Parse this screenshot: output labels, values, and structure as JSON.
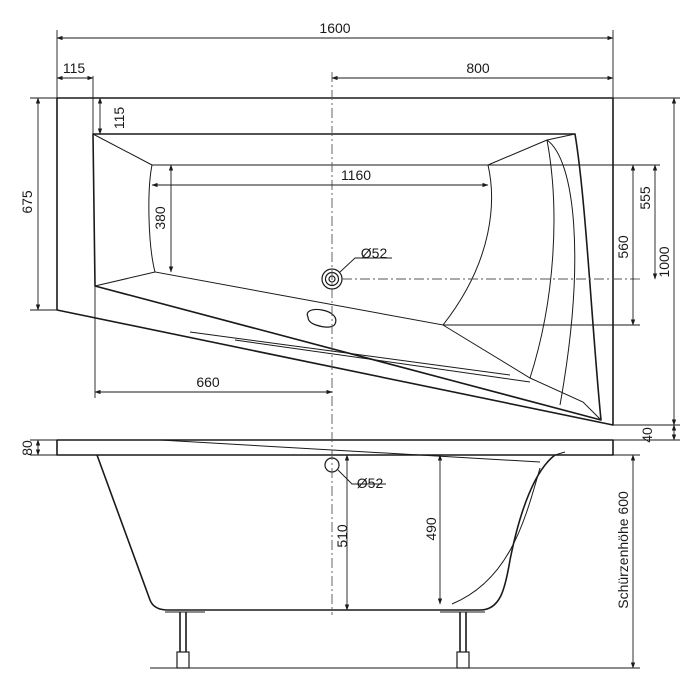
{
  "dimensions": {
    "total_length": "1600",
    "left_rim": "115",
    "half_length": "800",
    "top_rim": "115",
    "inner_length": "1160",
    "inner_width": "380",
    "short_side_width": "675",
    "drain_diameter_top": "Ø52",
    "drain_diameter_side": "Ø52",
    "dim_555": "555",
    "dim_560": "560",
    "total_width": "1000",
    "drain_offset": "660",
    "rim_height": "80",
    "apron_offset": "40",
    "depth_510": "510",
    "depth_490": "490",
    "apron_height_label": "Schürzenhöhe 600"
  }
}
